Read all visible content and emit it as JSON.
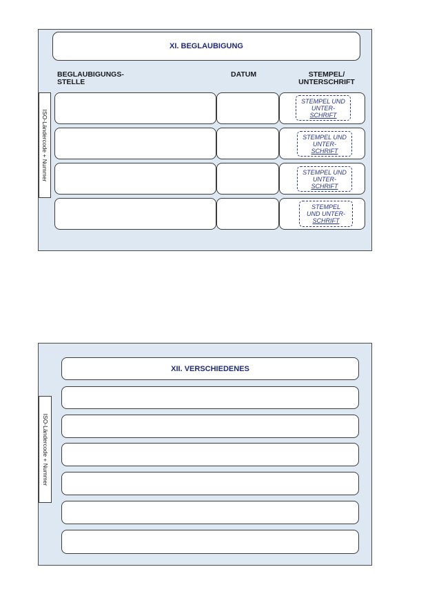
{
  "section_xi": {
    "title": "XI. BEGLAUBIGUNG",
    "side_tab": "ISO-Ländercode + Nummer",
    "headers": {
      "stelle_line1": "BEGLAUBIGUNGS-",
      "stelle_line2": "STELLE",
      "datum": "DATUM",
      "stempel_line1": "STEMPEL/",
      "stempel_line2": "UNTERSCHRIFT"
    },
    "stamps": [
      {
        "lines": [
          "STEMPEL UND",
          "UNTER-",
          "SCHRIFT"
        ]
      },
      {
        "lines": [
          "STEMPEL UND",
          "UNTER-",
          "SCHRIFT"
        ]
      },
      {
        "lines": [
          "STEMPEL UND",
          "UNTER-",
          "SCHRIFT"
        ]
      },
      {
        "lines": [
          "STEMPEL",
          "UND UNTER-",
          "SCHRIFT"
        ]
      }
    ]
  },
  "section_xii": {
    "title": "XII. VERSCHIEDENES",
    "side_tab": "ISO-Ländercode + Nummer"
  }
}
